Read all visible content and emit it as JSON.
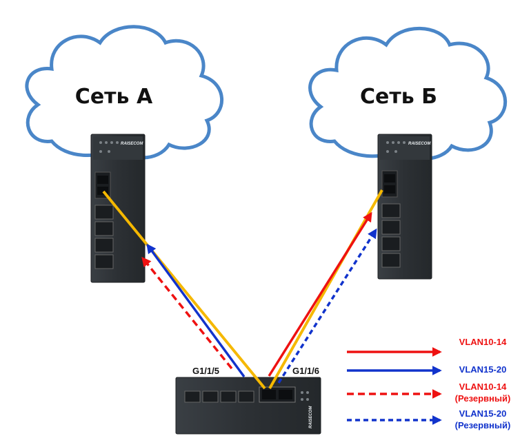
{
  "clouds": {
    "left_label": "Сеть А",
    "right_label": "Сеть Б"
  },
  "devices": {
    "left_brand": "RAISECOM",
    "right_brand": "RAISECOM",
    "bottom_brand": "RAISECOM"
  },
  "ports": {
    "left": "G1/1/5",
    "right": "G1/1/6"
  },
  "legend": {
    "items": [
      {
        "label": "VLAN10-14",
        "sub": "",
        "color": "#ee1111",
        "style": "solid"
      },
      {
        "label": "VLAN15-20",
        "sub": "",
        "color": "#1133cc",
        "style": "solid"
      },
      {
        "label": "VLAN10-14",
        "sub": "(Резервный)",
        "color": "#ee1111",
        "style": "dashed"
      },
      {
        "label": "VLAN15-20",
        "sub": "(Резервный)",
        "color": "#1133cc",
        "style": "dashed"
      }
    ]
  },
  "colors": {
    "primary_link": "#f5b800",
    "vlan_a": "#ee1111",
    "vlan_b": "#1133cc",
    "cloud_stroke": "#4a86c8",
    "device_body": "#2e3236"
  }
}
